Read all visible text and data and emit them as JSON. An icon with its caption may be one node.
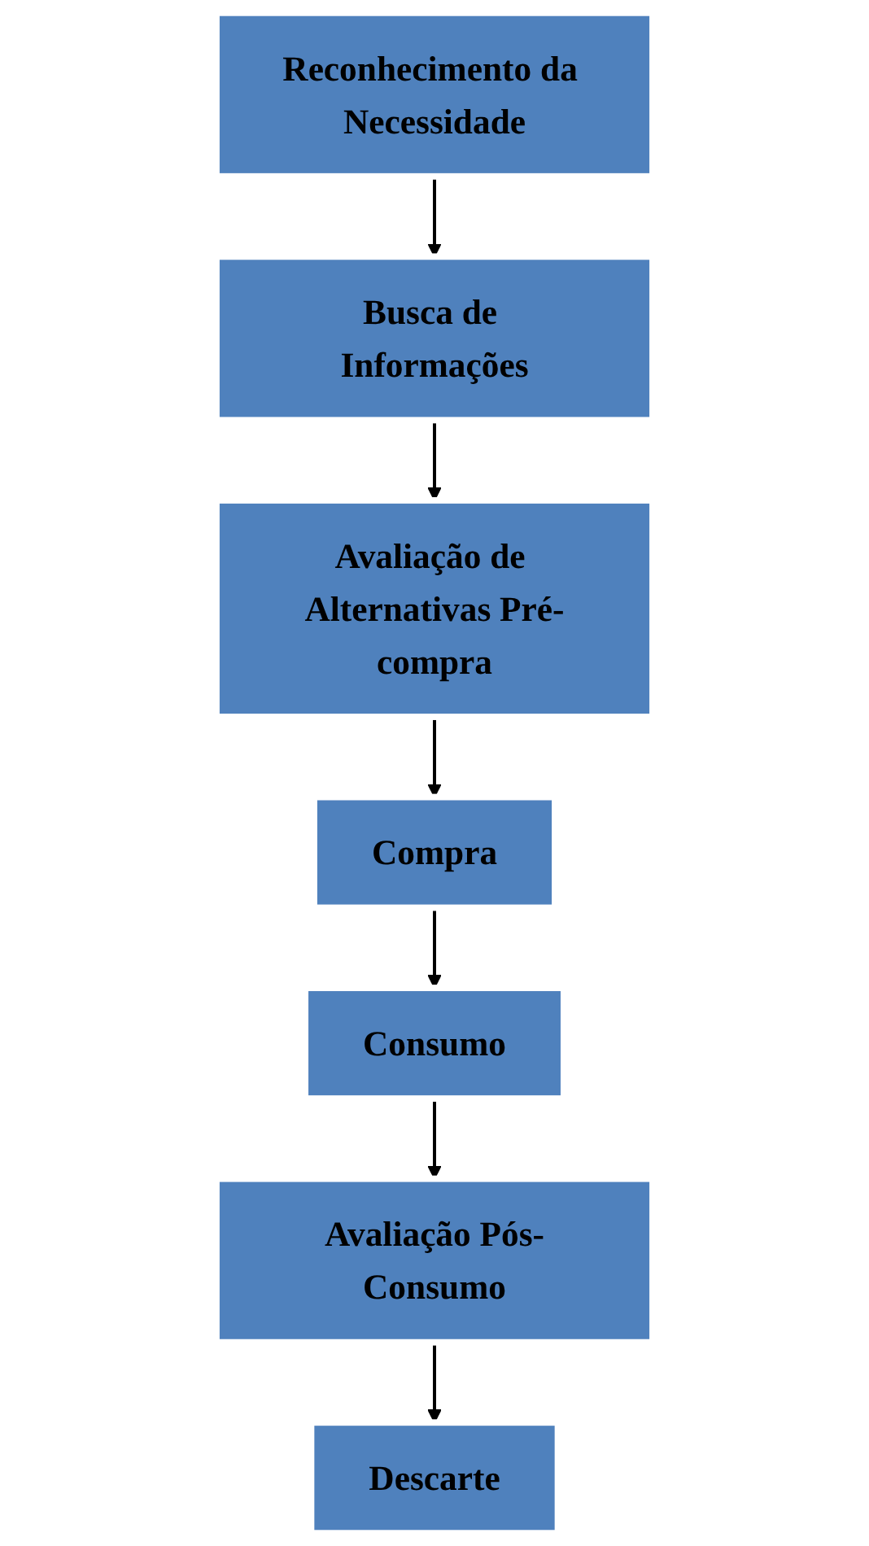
{
  "diagram": {
    "nodes": [
      {
        "text": [
          "Reconhecimento da Necessidade"
        ]
      },
      {
        "text": [
          "Busca de Informações"
        ]
      },
      {
        "text": [
          "Avaliação de Alternativas Pré-compra"
        ]
      },
      {
        "text": [
          "Compra"
        ]
      },
      {
        "text": [
          "Consumo"
        ]
      },
      {
        "text": [
          "Avaliação Pós-Consumo"
        ]
      },
      {
        "text": [
          "Descarte"
        ]
      }
    ],
    "edges": [
      {
        "from": 0,
        "to": 1,
        "arrow": "to"
      },
      {
        "from": 1,
        "to": 2,
        "arrow": "to"
      },
      {
        "from": 2,
        "to": 3,
        "arrow": "to"
      },
      {
        "from": 3,
        "to": 4,
        "arrow": "to"
      },
      {
        "from": 4,
        "to": 5,
        "arrow": "to"
      },
      {
        "from": 5,
        "to": 6,
        "arrow": "to"
      }
    ]
  }
}
